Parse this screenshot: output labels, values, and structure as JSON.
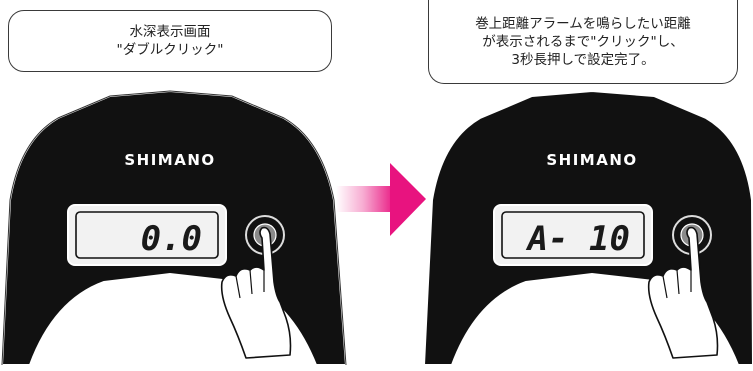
{
  "callouts": {
    "left": {
      "line1": "水深表示画面",
      "line2": "\"ダブルクリック\""
    },
    "right": {
      "line1": "巻上距離アラームを鳴らしたい距離",
      "line2": "が表示されるまで\"クリック\"し、",
      "line3": "3秒長押しで設定完了。"
    }
  },
  "panels": {
    "before": {
      "brand": "SHIMANO",
      "display": "0.0"
    },
    "after": {
      "brand": "SHIMANO",
      "display": "A- 10"
    }
  },
  "colors": {
    "body": "#111111",
    "body_edge": "#ffffff",
    "lcd": "#f2f2f2",
    "arrow": "#e8137f",
    "button": "#8a8a8a"
  },
  "icons": {
    "transition": "arrow-right-icon",
    "hand": "pointing-hand-icon",
    "button": "round-button-icon"
  }
}
